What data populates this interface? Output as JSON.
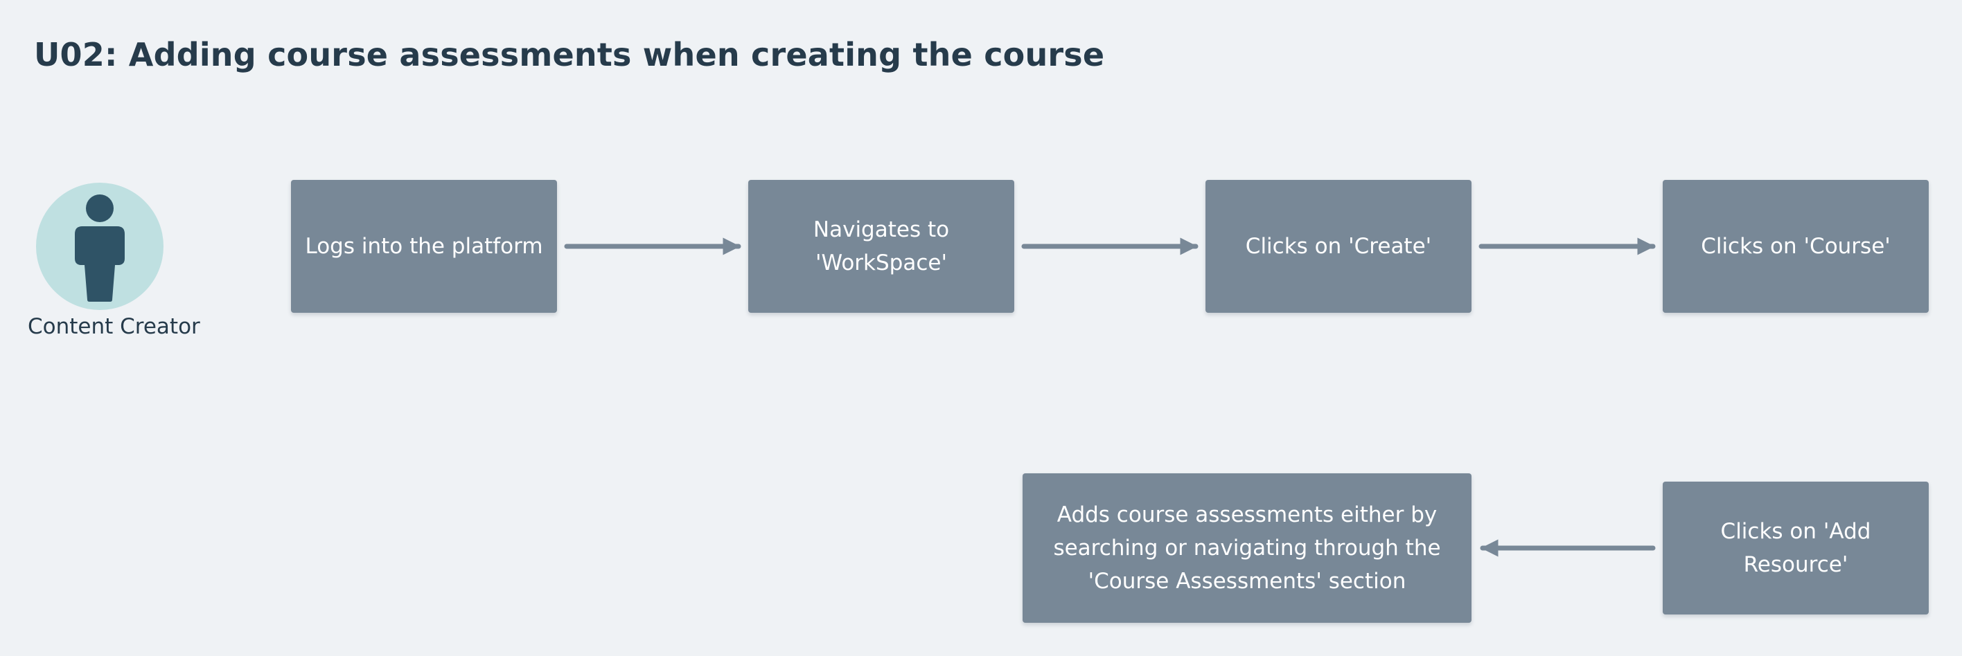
{
  "diagram": {
    "title": "U02: Adding course assessments when creating the course",
    "actor": {
      "label": "Content Creator",
      "icon": "person-icon"
    },
    "steps": [
      {
        "id": "step-login",
        "label": "Logs into the platform"
      },
      {
        "id": "step-workspace",
        "label": "Navigates to 'WorkSpace'"
      },
      {
        "id": "step-create",
        "label": "Clicks on 'Create'"
      },
      {
        "id": "step-course",
        "label": "Clicks on 'Course'"
      },
      {
        "id": "step-add-resource",
        "label": "Clicks on 'Add Resource'"
      },
      {
        "id": "step-add-assessments",
        "label": "Adds course assessments either by searching or navigating through the 'Course Assessments' section"
      }
    ],
    "connections": [
      {
        "from": "step-login",
        "to": "step-workspace"
      },
      {
        "from": "step-workspace",
        "to": "step-create"
      },
      {
        "from": "step-create",
        "to": "step-course"
      },
      {
        "from": "step-add-resource",
        "to": "step-add-assessments"
      }
    ],
    "colors": {
      "background": "#eff2f5",
      "box_fill": "#788897",
      "box_text": "#ffffff",
      "arrow": "#788897",
      "title_text": "#263b4b",
      "actor_circle": "#bfe0e1",
      "actor_figure": "#2f5366"
    }
  }
}
